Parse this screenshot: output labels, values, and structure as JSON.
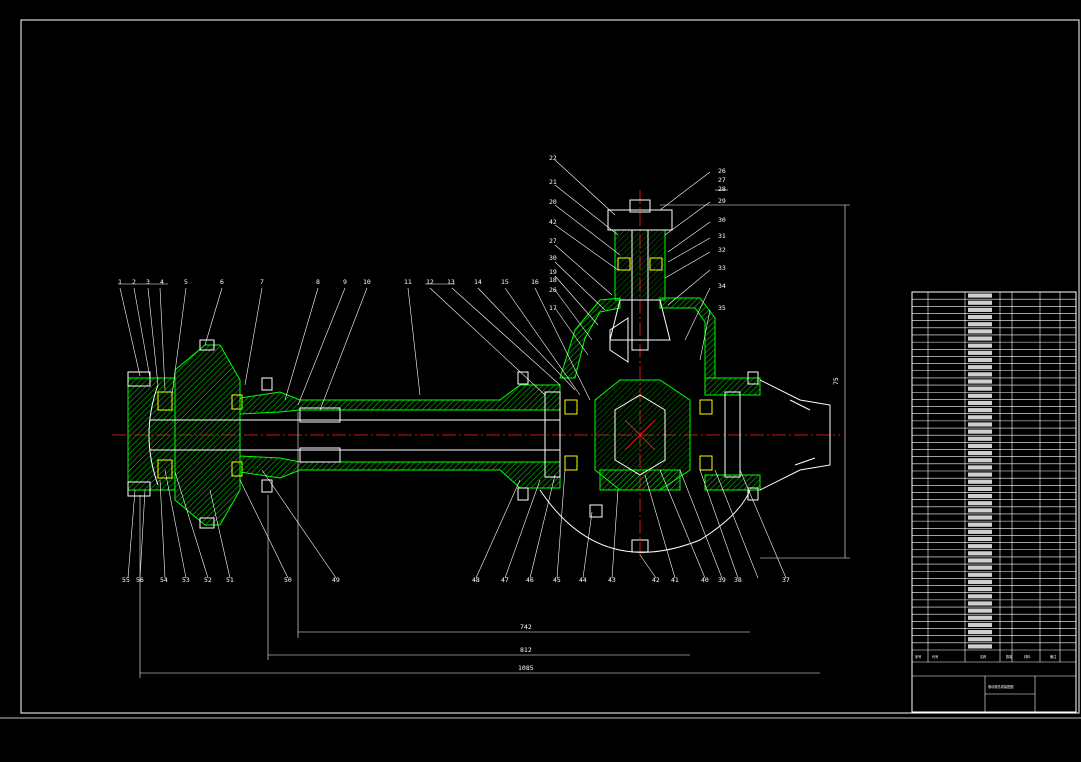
{
  "drawing": {
    "part_labels_top": [
      "1",
      "2",
      "3",
      "4",
      "5",
      "6",
      "7",
      "8",
      "9",
      "10",
      "11",
      "12",
      "13",
      "14",
      "15",
      "16"
    ],
    "part_labels_vertical_upper": [
      "22",
      "21",
      "20",
      "42",
      "27",
      "30",
      "19",
      "18",
      "26",
      "17"
    ],
    "part_labels_right_upper": [
      "26",
      "27",
      "28",
      "29",
      "30",
      "31",
      "32",
      "33",
      "34",
      "35"
    ],
    "part_labels_bottom": [
      "55",
      "56",
      "54",
      "53",
      "52",
      "51",
      "50",
      "49",
      "48",
      "47",
      "46",
      "45",
      "44",
      "43",
      "42",
      "41",
      "40",
      "39",
      "38",
      "37"
    ],
    "dimensions": [
      "742",
      "812",
      "1085"
    ],
    "right_vertical_dim": "75"
  },
  "parts_table": {
    "row_count": 50,
    "footer_title": "驱动桥总成装配图",
    "header_cells": [
      "序号",
      "代号",
      "名称",
      "数量",
      "材料",
      "备注"
    ]
  },
  "colors": {
    "background": "#000000",
    "outline": "#ffffff",
    "section": "#00ff00",
    "centerline": "#ff2020",
    "bearing": "#ffff00"
  }
}
